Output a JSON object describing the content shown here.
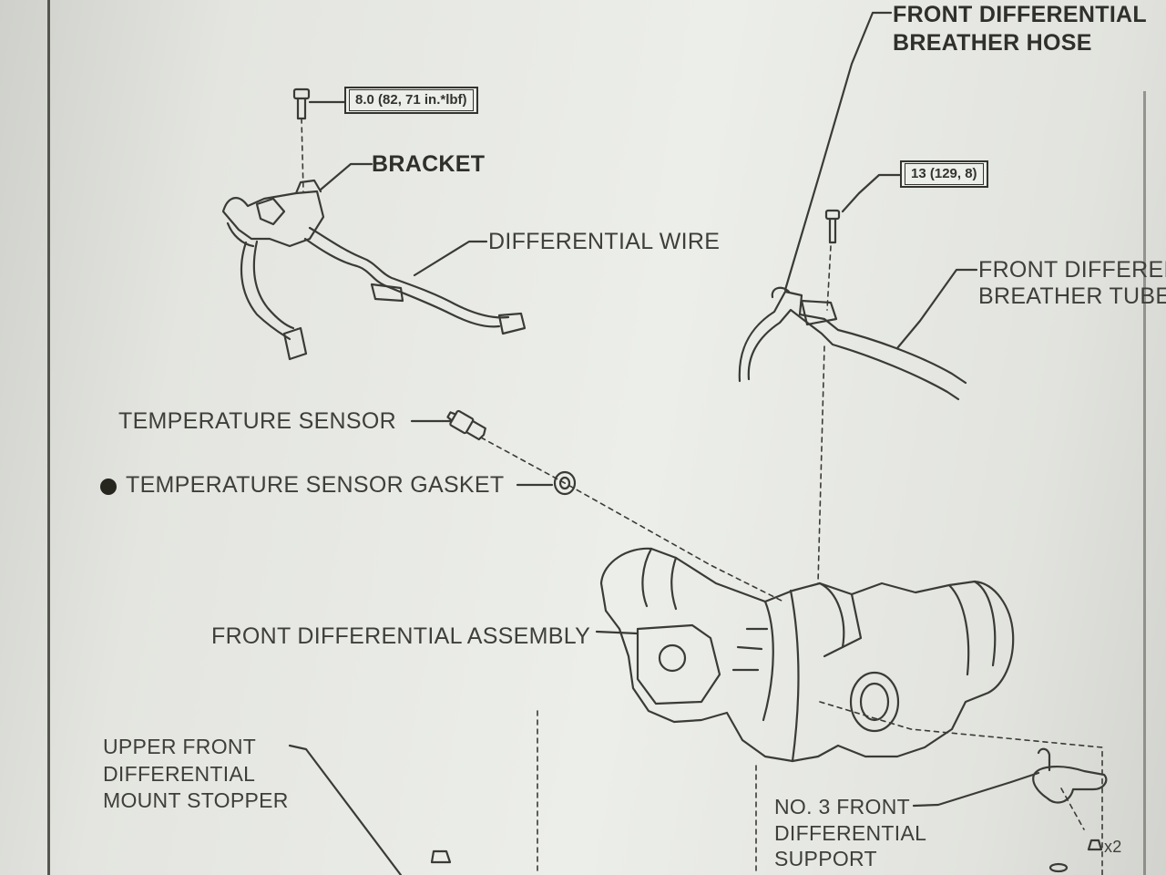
{
  "labels": {
    "front_differential_breather_hose": [
      "FRONT DIFFERENTIAL",
      "BREATHER HOSE"
    ],
    "bracket": "BRACKET",
    "differential_wire": "DIFFERENTIAL WIRE",
    "front_differential_breather_tube": [
      "FRONT DIFFEREI",
      "BREATHER TUBE"
    ],
    "temperature_sensor": "TEMPERATURE SENSOR",
    "temperature_sensor_gasket": "TEMPERATURE SENSOR GASKET",
    "front_differential_assembly": "FRONT DIFFERENTIAL ASSEMBLY",
    "upper_front_differential_mount_stopper": [
      "UPPER FRONT",
      "DIFFERENTIAL",
      "MOUNT STOPPER"
    ],
    "no3_front_differential_support": [
      "NO. 3 FRONT",
      "DIFFERENTIAL",
      "SUPPORT"
    ],
    "quantity_mark": "x2"
  },
  "torque_specs": {
    "bracket_bolt": "8.0 (82, 71 in.*lbf)",
    "breather_tube_bolt": "13 (129, 8)"
  },
  "icons": {
    "bolt": "bolt-icon",
    "sensor": "temperature-sensor-icon",
    "gasket": "gasket-ring-icon",
    "non_reusable": "non-reusable-part-bullet-icon"
  },
  "colors": {
    "ink": "#3a3a36",
    "paper": "#eceeea"
  }
}
